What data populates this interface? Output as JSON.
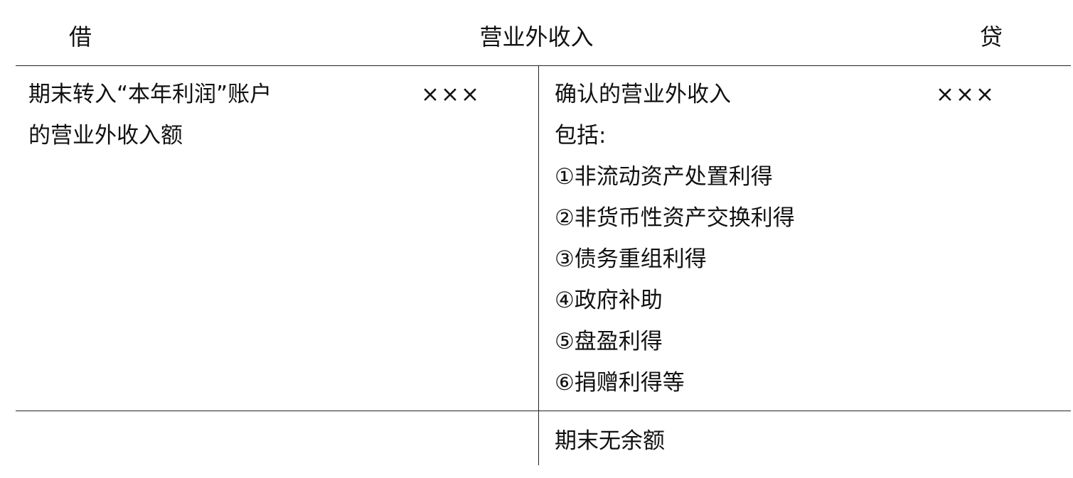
{
  "header": {
    "debit": "借",
    "title": "营业外收入",
    "credit": "贷"
  },
  "debit_side": {
    "entry_lines": [
      "期末转入“本年利润”账户",
      "的营业外收入额"
    ],
    "amount": "×××"
  },
  "credit_side": {
    "entry_lines": [
      "确认的营业外收入",
      "包括:",
      "①非流动资产处置利得",
      "②非货币性资产交换利得",
      "③债务重组利得",
      "④政府补助",
      "⑤盘盈利得",
      "⑥捐赠利得等"
    ],
    "amount": "×××",
    "ending_balance": "期末无余额"
  }
}
